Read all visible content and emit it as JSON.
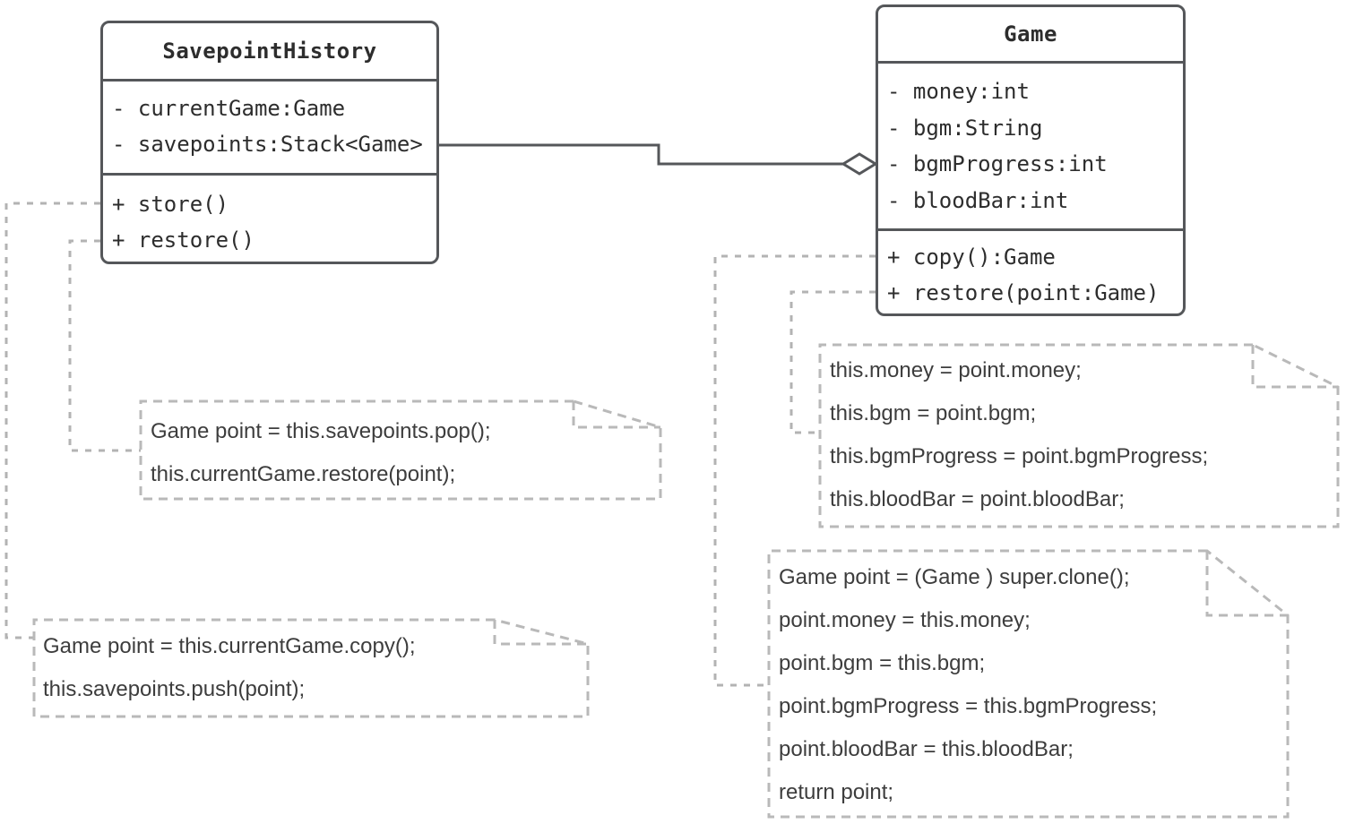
{
  "diagram": {
    "background": "#ffffff",
    "colors": {
      "shape_stroke": "#55575a",
      "dashed_stroke": "#b9b9b9",
      "class_text": "#2d2d2d",
      "note_text": "#3d3d3d"
    },
    "classes": [
      {
        "name": "SavepointHistory",
        "attributes": [
          "- currentGame:Game",
          "- savepoints:Stack<Game>"
        ],
        "methods": [
          "+ store()",
          "+ restore()"
        ]
      },
      {
        "name": "Game",
        "attributes": [
          "- money:int",
          "- bgm:String",
          "- bgmProgress:int",
          "- bloodBar:int"
        ],
        "methods": [
          "+ copy():Game",
          "+ restore(point:Game)"
        ]
      }
    ],
    "relationship": {
      "kind": "aggregation",
      "from": "SavepointHistory",
      "to": "Game"
    },
    "notes": [
      {
        "id": "history-restore-impl",
        "attached_to": "SavepointHistory.restore()",
        "lines": [
          "Game point = this.savepoints.pop();",
          "this.currentGame.restore(point);"
        ]
      },
      {
        "id": "history-store-impl",
        "attached_to": "SavepointHistory.store()",
        "lines": [
          "Game point = this.currentGame.copy();",
          "this.savepoints.push(point);"
        ]
      },
      {
        "id": "game-restore-impl",
        "attached_to": "Game.restore(point:Game)",
        "lines": [
          "this.money = point.money;",
          "this.bgm = point.bgm;",
          "this.bgmProgress = point.bgmProgress;",
          "this.bloodBar = point.bloodBar;"
        ]
      },
      {
        "id": "game-copy-impl",
        "attached_to": "Game.copy():Game",
        "lines": [
          "Game point = (Game ) super.clone();",
          "point.money = this.money;",
          "point.bgm = this.bgm;",
          "point.bgmProgress = this.bgmProgress;",
          "point.bloodBar = this.bloodBar;",
          "return point;"
        ]
      }
    ]
  }
}
